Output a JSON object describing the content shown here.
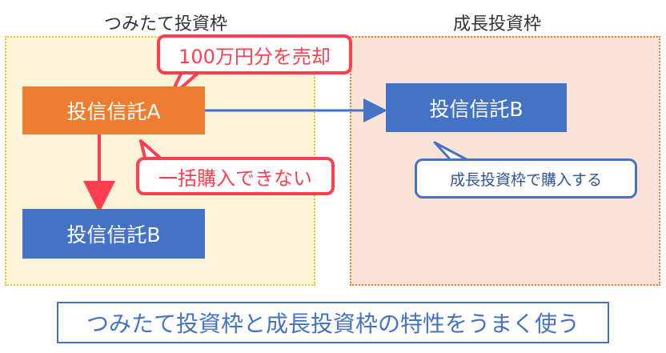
{
  "sections": {
    "tsumitate_label": "つみたて投資枠",
    "seichou_label": "成長投資枠"
  },
  "boxes": {
    "fund_a": "投信信託A",
    "fund_b_left": "投信信託B",
    "fund_b_right": "投信信託B"
  },
  "callouts": {
    "sell": "100万円分を売却",
    "no_bulk": "一括購入できない",
    "buy_growth": "成長投資枠で購入する"
  },
  "banner": "つみたて投資枠と成長投資枠の特性をうまく使う",
  "colors": {
    "tsumitate_bg": "#fdf3d9",
    "tsumitate_border": "#f0c040",
    "seichou_bg": "#fbe3d8",
    "seichou_border": "#ec7c3c",
    "fund_a": "#ed7d31",
    "fund_b": "#4472c4",
    "callout_red": "#ff3f50",
    "callout_blue": "#4472c4"
  }
}
